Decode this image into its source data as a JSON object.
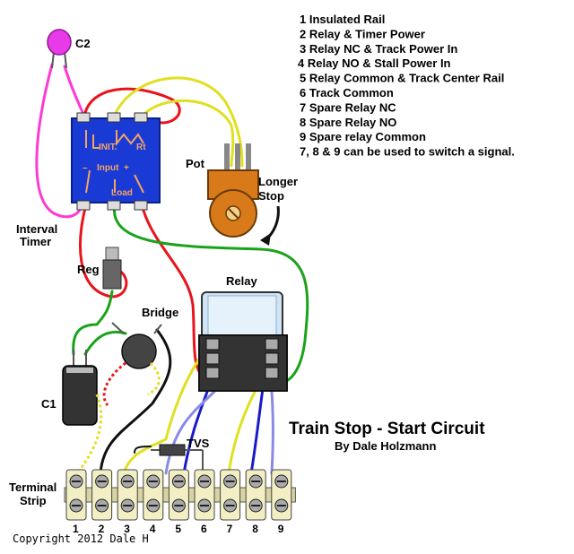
{
  "legend": [
    "1  Insulated Rail",
    "2  Relay & Timer Power",
    "3  Relay NC & Track Power In",
    "4 Relay NO & Stall Power In",
    "5  Relay Common & Track Center Rail",
    "6  Track Common",
    "7  Spare Relay NC",
    "8  Spare Relay NO",
    "9  Spare relay Common",
    "7, 8 & 9 can be used to switch a signal."
  ],
  "title": "Train Stop - Start Circuit",
  "byline": "By Dale Holzmann",
  "copyright": "Copyright 2012 Dale H",
  "labels": {
    "c2": "C2",
    "pot": "Pot",
    "longer1": "Longer",
    "longer2": "Stop",
    "interval1": "Interval",
    "interval2": "Timer",
    "reg": "Reg",
    "bridge": "Bridge",
    "relay": "Relay",
    "c1": "C1",
    "tvs": "TVS",
    "terminal1": "Terminal",
    "terminal2": "Strip"
  },
  "timer_board": {
    "init": "INIT.",
    "rt": "Rt",
    "input": "Input",
    "load": "Load",
    "minus": "–",
    "plus": "+"
  },
  "terminal_numbers": [
    "1",
    "2",
    "3",
    "4",
    "5",
    "6",
    "7",
    "8",
    "9"
  ],
  "colors": {
    "wire_red": "#e8141c",
    "wire_green": "#1aa31a",
    "wire_yellow": "#e0e020",
    "wire_magenta": "#ff3ad0",
    "wire_black": "#111111",
    "wire_blue": "#1a1acc",
    "wire_lightblue": "#8a8ae6",
    "timer_blue": "#1a3ad6",
    "pot_orange": "#d97a1a",
    "terminal_beige": "#f3efc4"
  }
}
